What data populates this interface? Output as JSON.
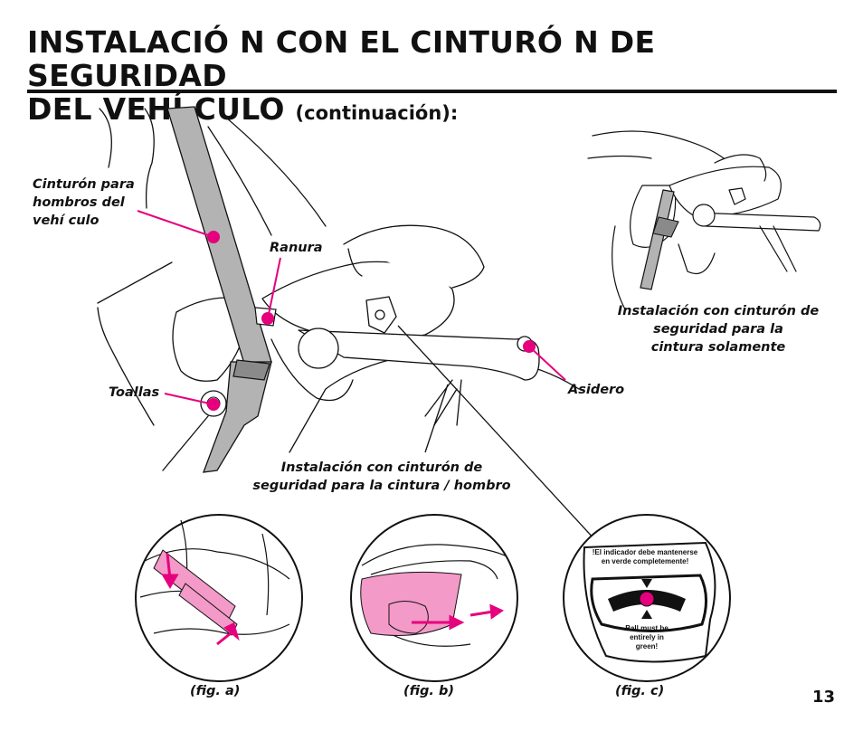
{
  "header": {
    "title_line1": "INSTALACIÓ N CON EL CINTURÓ N DE SEGURIDAD",
    "title_line2": "DEL VEHÍ CULO",
    "title_suffix": "(continuación):"
  },
  "labels": {
    "shoulder_belt": [
      "Cinturón para",
      "hombros del",
      "vehí culo"
    ],
    "slot": "Ranura",
    "towels": "Toallas",
    "handle": "Asidero",
    "lap_shoulder": [
      "Instalación con cinturón de",
      "seguridad para la cintura / hombro"
    ],
    "lap_only": [
      "Instalación con cinturón de",
      "seguridad para la",
      "cintura solamente"
    ]
  },
  "indicator": {
    "text_es": [
      "!El indicador debe mantenerse",
      "en verde completemente!"
    ],
    "text_en": [
      "Ball must be",
      "entirely in",
      "green!"
    ]
  },
  "captions": {
    "fig_a": "(fig. a)",
    "fig_b": "(fig. b)",
    "fig_c": "(fig. c)"
  },
  "page_number": "13",
  "colors": {
    "accent": "#e6007e",
    "pink_fill": "#f39ac8",
    "ink": "#111111",
    "belt_gray": "#b3b3b3"
  }
}
